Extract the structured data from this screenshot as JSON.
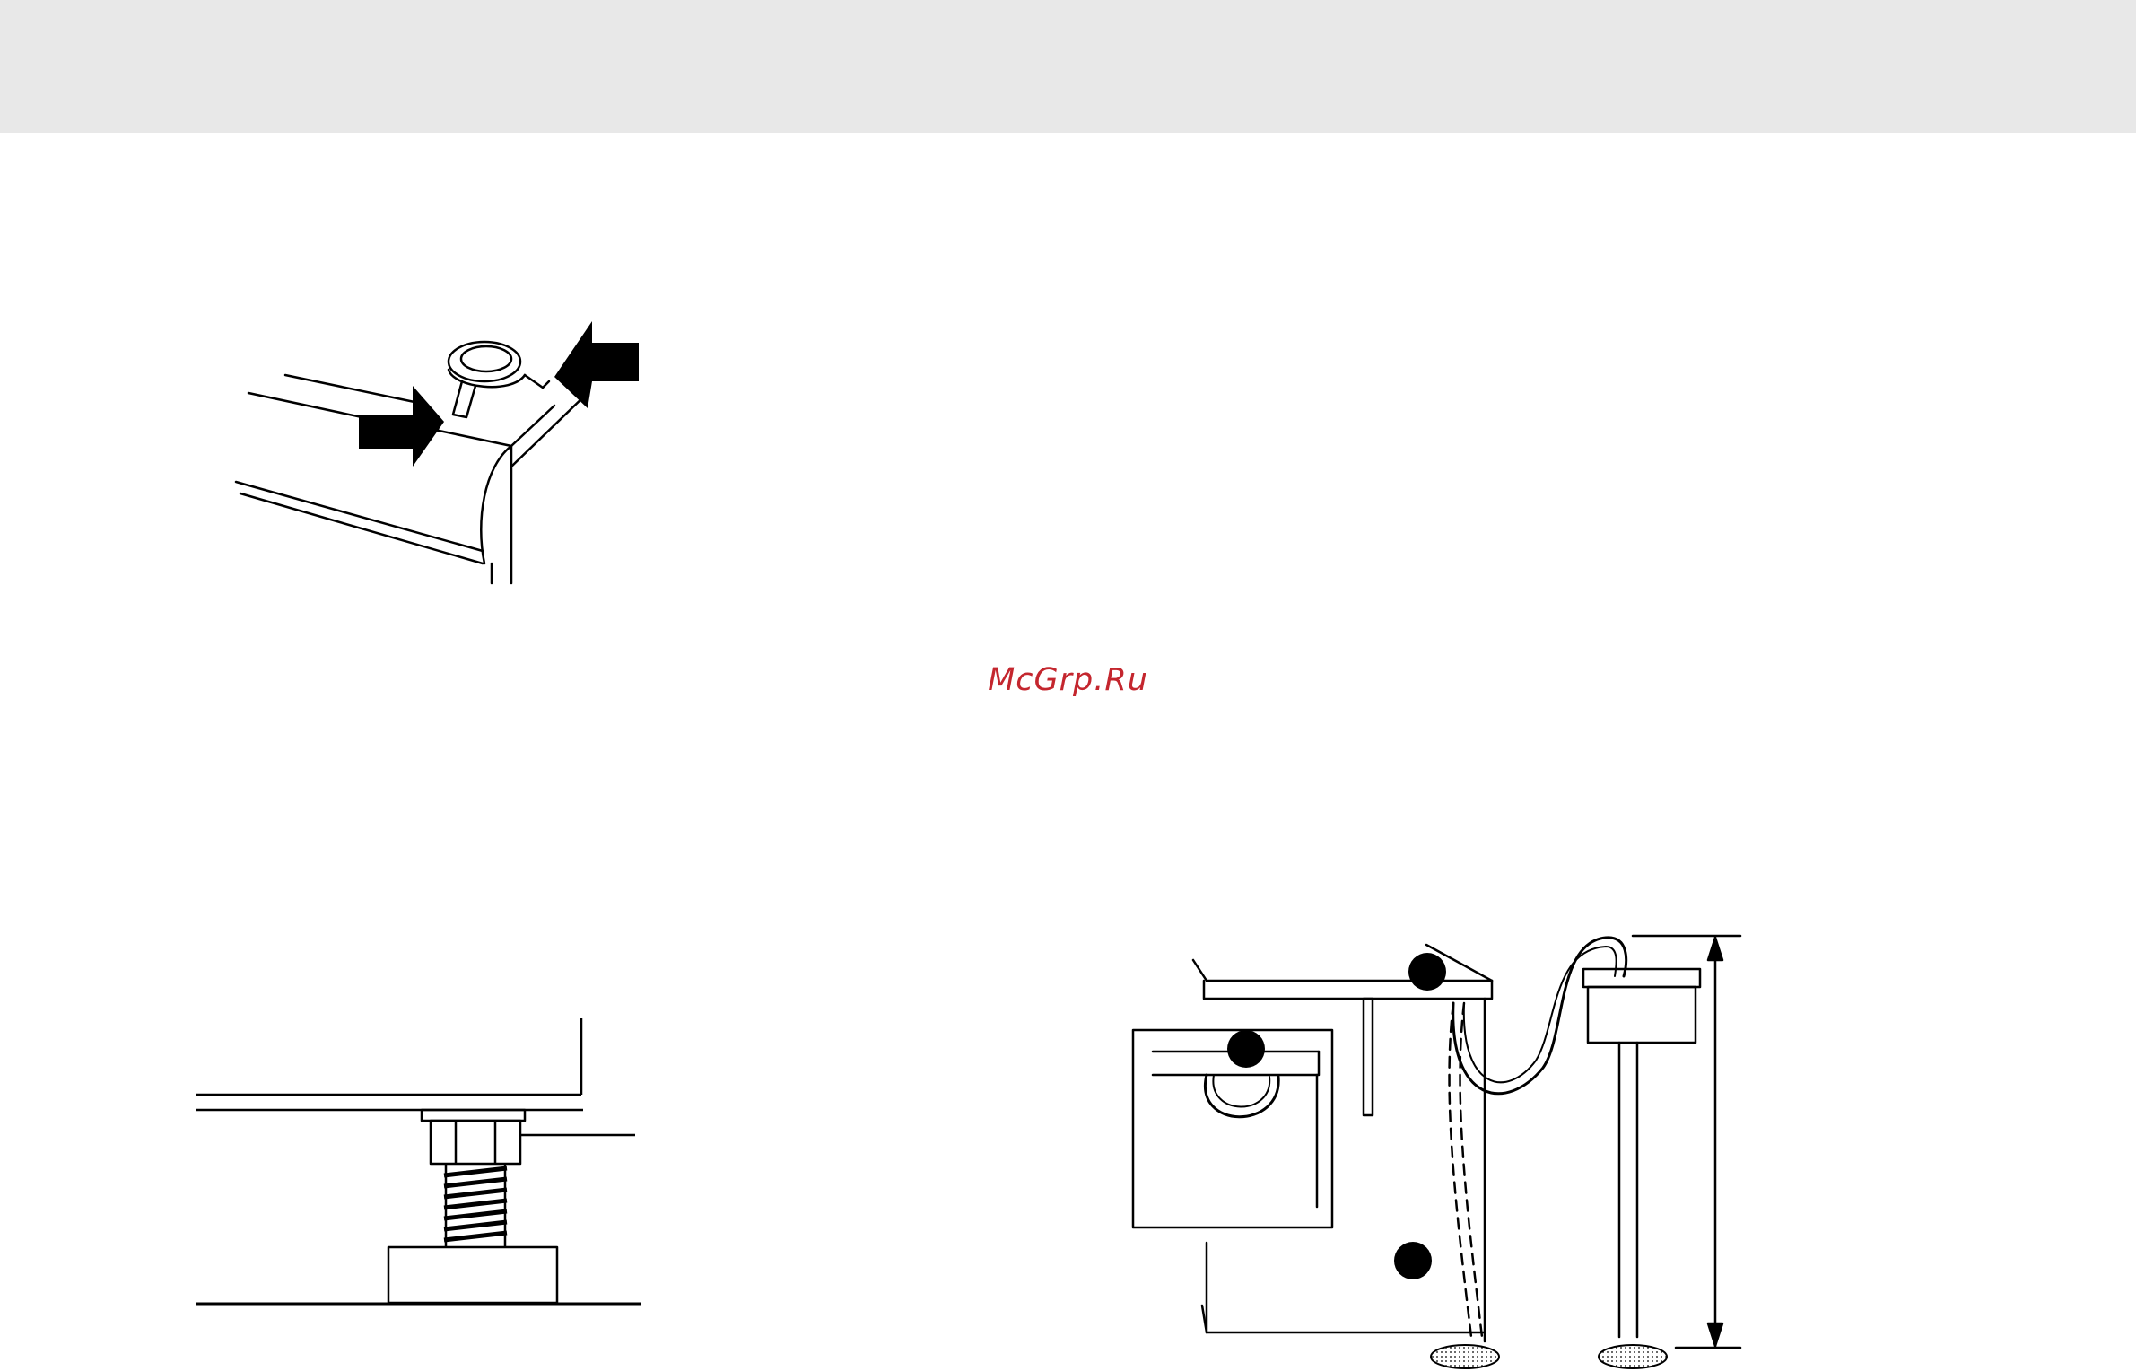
{
  "page": {
    "background": "#ffffff",
    "band_color": "#e8e8e8",
    "watermark": {
      "text": "McGrp.Ru",
      "color": "#c4262e"
    }
  },
  "figures": [
    {
      "name": "lid-hinge-clip-figure",
      "icons": [
        "arrow-icon",
        "arrow-icon"
      ]
    },
    {
      "name": "adjustable-foot-figure",
      "icons": [
        "locknut-icon",
        "threaded-foot-icon"
      ]
    },
    {
      "name": "drain-hose-installation-figure",
      "icons": [
        "callout-dot-icon",
        "callout-dot-icon",
        "callout-dot-icon",
        "height-dimension-icon"
      ]
    }
  ]
}
